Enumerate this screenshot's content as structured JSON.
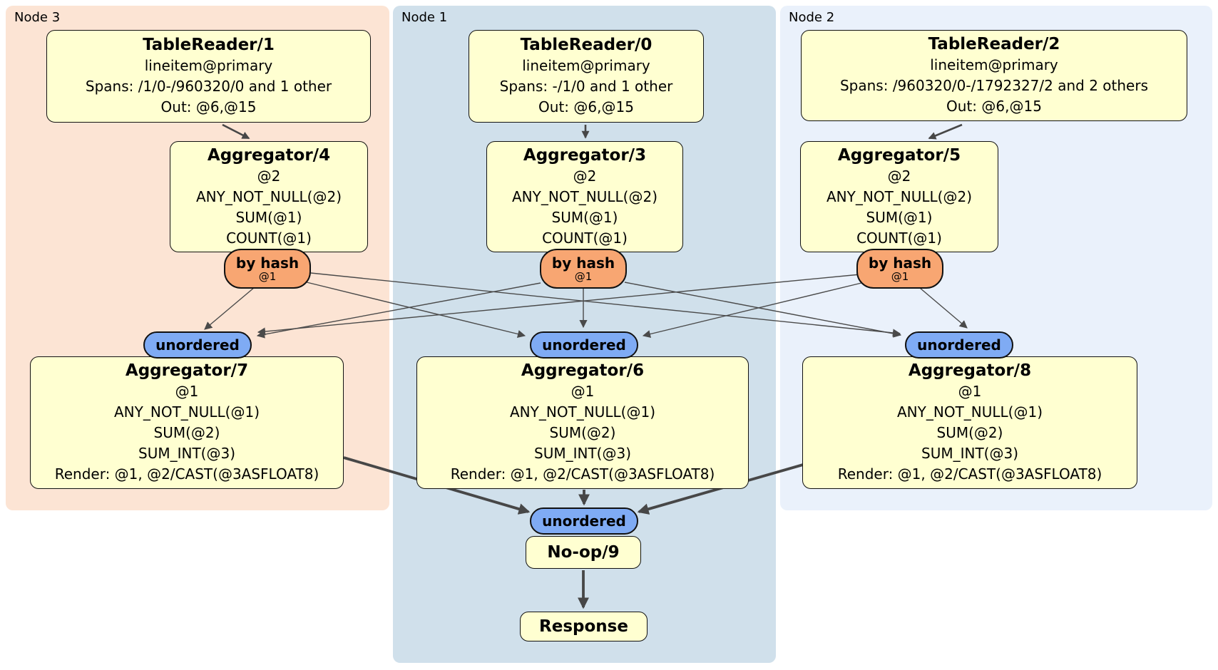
{
  "palette": {
    "node3_bg": "#fce4d4",
    "node1_bg": "#d0e0eb",
    "node2_bg": "#eaf1fb",
    "box_fill": "#ffffd1",
    "hash_fill": "#f8a672",
    "stream_fill": "#7fabf4",
    "edge_thin": "#4a4a4a",
    "edge_thick": "#474747"
  },
  "regions": [
    {
      "label": "Node 3"
    },
    {
      "label": "Node 1"
    },
    {
      "label": "Node 2"
    }
  ],
  "processors": {
    "tr1": {
      "title": "TableReader/1",
      "lines": [
        "lineitem@primary",
        "Spans: /1/0-/960320/0 and 1 other",
        "Out: @6,@15"
      ]
    },
    "tr0": {
      "title": "TableReader/0",
      "lines": [
        "lineitem@primary",
        "Spans: -/1/0 and 1 other",
        "Out: @6,@15"
      ]
    },
    "tr2": {
      "title": "TableReader/2",
      "lines": [
        "lineitem@primary",
        "Spans: /960320/0-/1792327/2 and 2 others",
        "Out: @6,@15"
      ]
    },
    "agg4": {
      "title": "Aggregator/4",
      "lines": [
        "@2",
        "ANY_NOT_NULL(@2)",
        "SUM(@1)",
        "COUNT(@1)"
      ]
    },
    "agg3": {
      "title": "Aggregator/3",
      "lines": [
        "@2",
        "ANY_NOT_NULL(@2)",
        "SUM(@1)",
        "COUNT(@1)"
      ]
    },
    "agg5": {
      "title": "Aggregator/5",
      "lines": [
        "@2",
        "ANY_NOT_NULL(@2)",
        "SUM(@1)",
        "COUNT(@1)"
      ]
    },
    "agg7": {
      "title": "Aggregator/7",
      "lines": [
        "@1",
        "ANY_NOT_NULL(@1)",
        "SUM(@2)",
        "SUM_INT(@3)",
        "Render: @1, @2/CAST(@3ASFLOAT8)"
      ]
    },
    "agg6": {
      "title": "Aggregator/6",
      "lines": [
        "@1",
        "ANY_NOT_NULL(@1)",
        "SUM(@2)",
        "SUM_INT(@3)",
        "Render: @1, @2/CAST(@3ASFLOAT8)"
      ]
    },
    "agg8": {
      "title": "Aggregator/8",
      "lines": [
        "@1",
        "ANY_NOT_NULL(@1)",
        "SUM(@2)",
        "SUM_INT(@3)",
        "Render: @1, @2/CAST(@3ASFLOAT8)"
      ]
    },
    "noop": {
      "title": "No-op/9"
    },
    "response": {
      "title": "Response"
    }
  },
  "connectors": {
    "hash_label": "by hash",
    "hash_key": "@1",
    "stream_label": "unordered"
  }
}
